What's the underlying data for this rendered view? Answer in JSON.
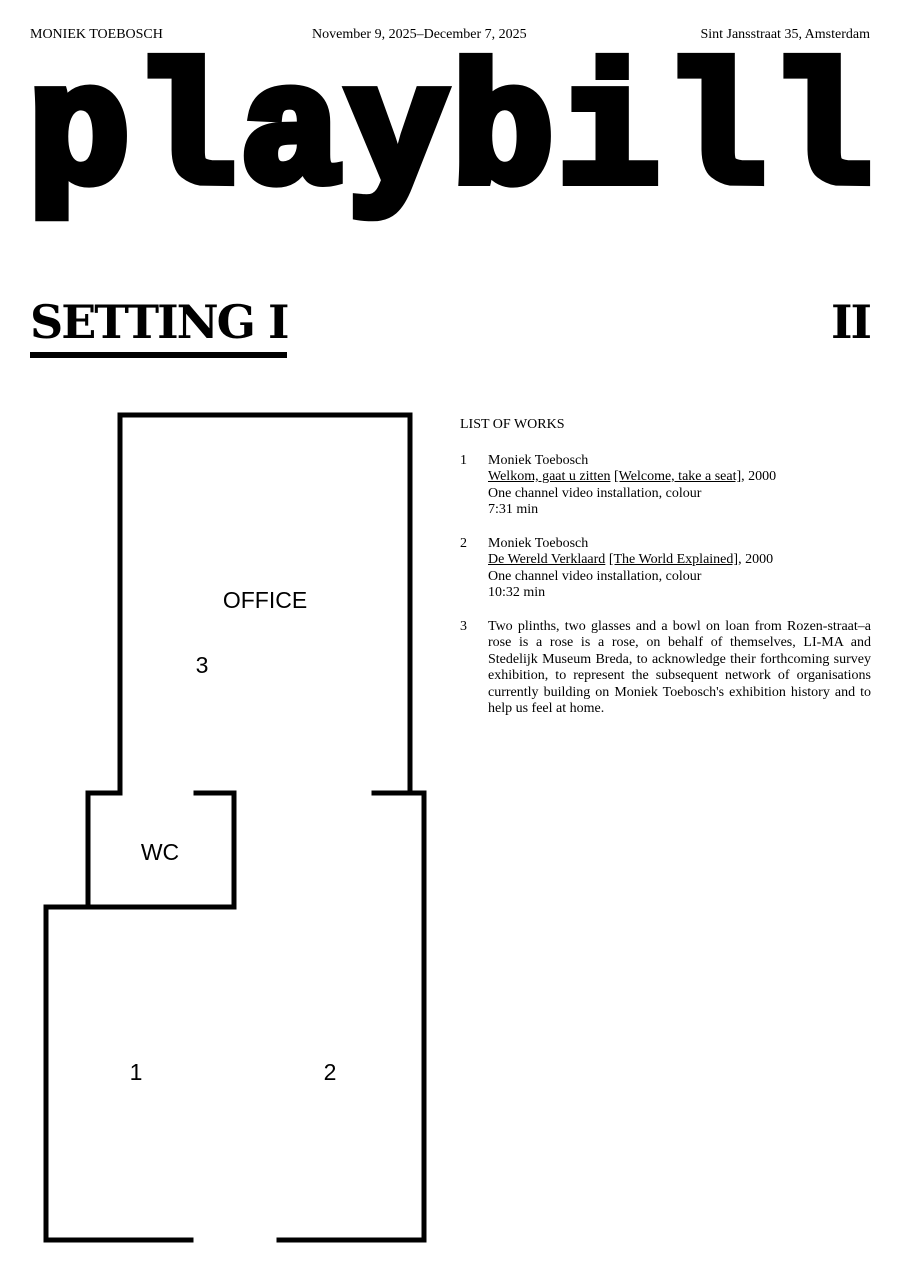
{
  "header": {
    "artist": "MONIEK TOEBOSCH",
    "dates": "November 9, 2025–December 7, 2025",
    "address": "Sint Jansstraat 35, Amsterdam"
  },
  "title_letters": [
    "p",
    "l",
    "a",
    "y",
    "b",
    "i",
    "l",
    "l"
  ],
  "setting": {
    "current": "SETTING I",
    "next": "II"
  },
  "floorplan": {
    "office": "OFFICE",
    "wc": "WC",
    "marker_3": "3",
    "marker_1": "1",
    "marker_2": "2"
  },
  "works": {
    "heading": "LIST OF WORKS",
    "items": [
      {
        "num": "1",
        "artist": "Moniek Toebosch",
        "title": "Welkom, gaat u zitten",
        "translation": "[Welcome, take a seat]",
        "year": ", 2000",
        "medium": "One channel video installation, colour",
        "duration": "7:31 min"
      },
      {
        "num": "2",
        "artist": "Moniek Toebosch",
        "title": "De Wereld Verklaard",
        "translation": "[The World Explained]",
        "year": ", 2000",
        "medium": "One channel video installation, colour",
        "duration": "10:32 min"
      },
      {
        "num": "3",
        "text": "Two plinths, two glasses and a bowl on loan from Rozen-straat–a rose is a rose is a rose, on behalf of themselves, LI-MA and Stedelijk Museum Breda, to acknowledge their forthcoming survey exhibition, to represent the subsequent network of organisations currently building on Moniek Toebosch's exhibition history and to help us feel at home."
      }
    ]
  }
}
